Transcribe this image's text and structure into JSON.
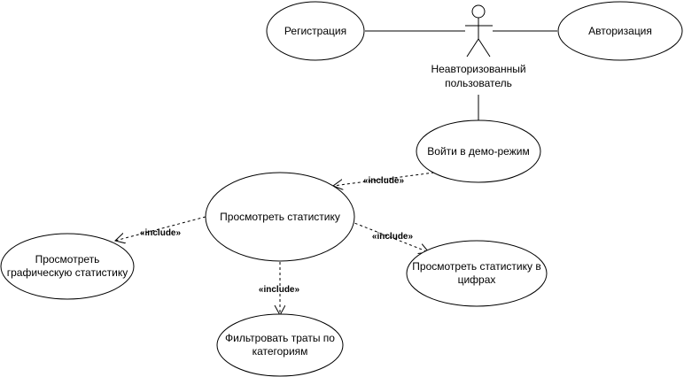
{
  "diagram": {
    "actor": {
      "name_line1": "Неавторизованный",
      "name_line2": "пользователь"
    },
    "use_cases": {
      "registration": "Регистрация",
      "authorization": "Авторизация",
      "demo_mode": "Войти в демо-режим",
      "view_stats": "Просмотреть статистику",
      "view_graphic_line1": "Просмотреть",
      "view_graphic_line2": "графическую статистику",
      "view_numbers_line1": "Просмотреть статистику в",
      "view_numbers_line2": "цифрах",
      "filter_line1": "Фильтровать траты по",
      "filter_line2": "категориям"
    },
    "relations": {
      "include_label": "«include»"
    },
    "colors": {
      "stroke": "#000000",
      "fill": "#ffffff"
    }
  }
}
